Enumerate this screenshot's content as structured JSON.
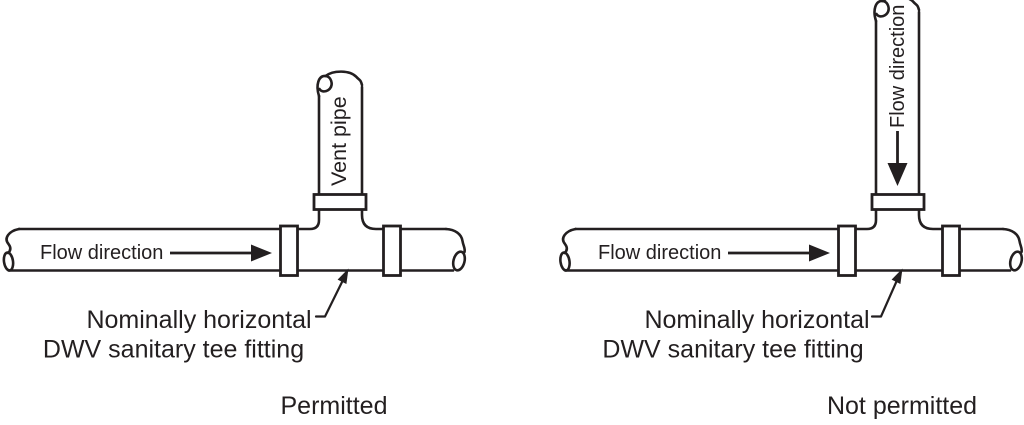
{
  "figure": {
    "colors": {
      "line": "#231f20",
      "background": "#ffffff"
    },
    "left": {
      "vent_label": "Vent pipe",
      "flow_label": "Flow direction",
      "fitting_line1": "Nominally horizontal",
      "fitting_line2": "DWV sanitary tee fitting",
      "verdict": "Permitted"
    },
    "right": {
      "vertical_flow_label": "Flow direction",
      "flow_label": "Flow direction",
      "fitting_line1": "Nominally horizontal",
      "fitting_line2": "DWV sanitary tee fitting",
      "verdict": "Not permitted"
    }
  }
}
